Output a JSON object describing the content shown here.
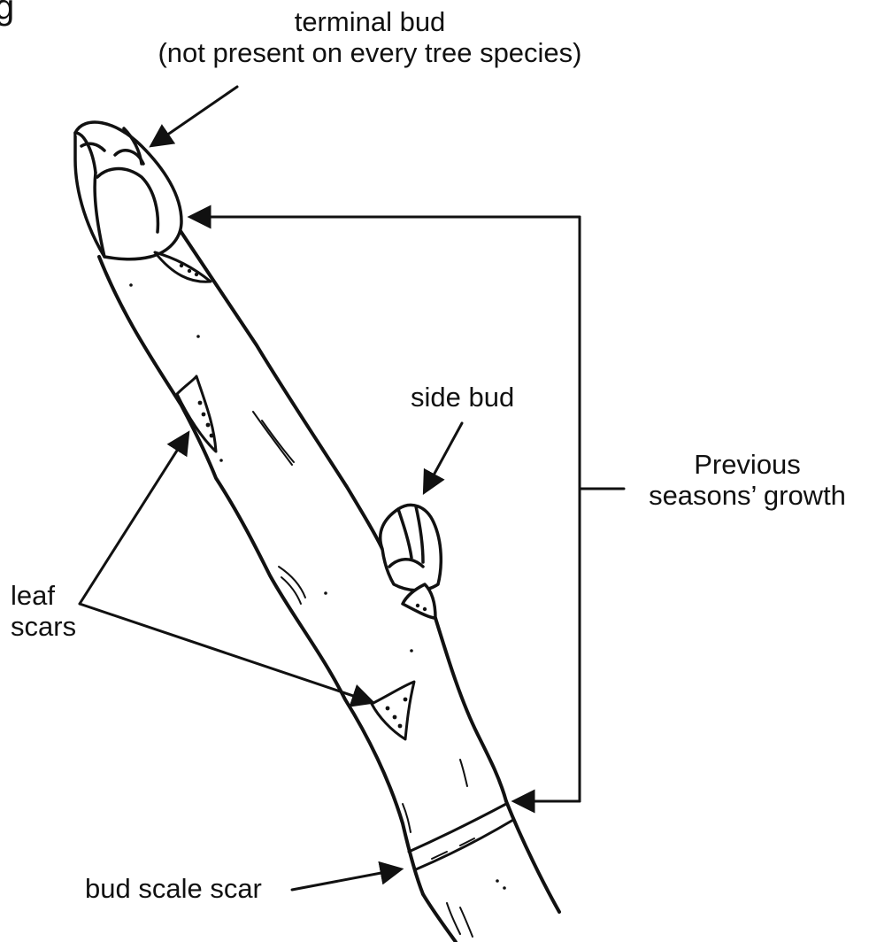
{
  "corner_glyph": "g",
  "labels": {
    "terminal_bud_line1": "terminal bud",
    "terminal_bud_line2": "(not present on every tree species)",
    "side_bud": "side bud",
    "previous_line1": "Previous",
    "previous_line2": "seasons’ growth",
    "leaf_scars_line1": "leaf",
    "leaf_scars_line2": "scars",
    "bud_scale_scar": "bud scale scar"
  },
  "colors": {
    "ink": "#111111",
    "fill": "#ffffff"
  }
}
